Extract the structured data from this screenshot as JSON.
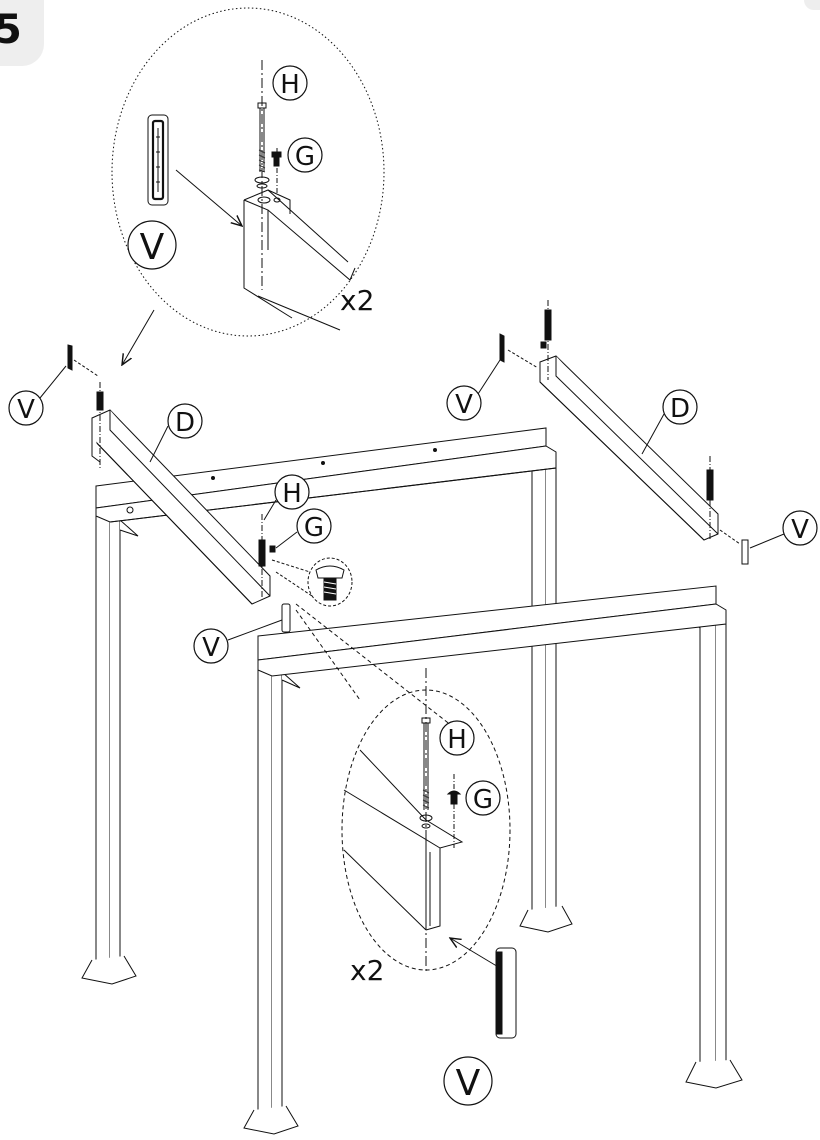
{
  "step": {
    "number": "5"
  },
  "callouts": {
    "detail_top": {
      "H": "H",
      "G": "G",
      "V": "V",
      "qty": "x2"
    },
    "left_beam": {
      "V": "V",
      "D": "D",
      "H": "H",
      "G": "G",
      "V_bottom": "V"
    },
    "right_beam": {
      "V": "V",
      "D": "D",
      "V_end": "V"
    },
    "detail_bottom": {
      "H": "H",
      "G": "G",
      "V": "V",
      "qty": "x2"
    }
  },
  "colors": {
    "line": "#111111",
    "tab": "#eeeeee",
    "fill": "#ffffff"
  }
}
